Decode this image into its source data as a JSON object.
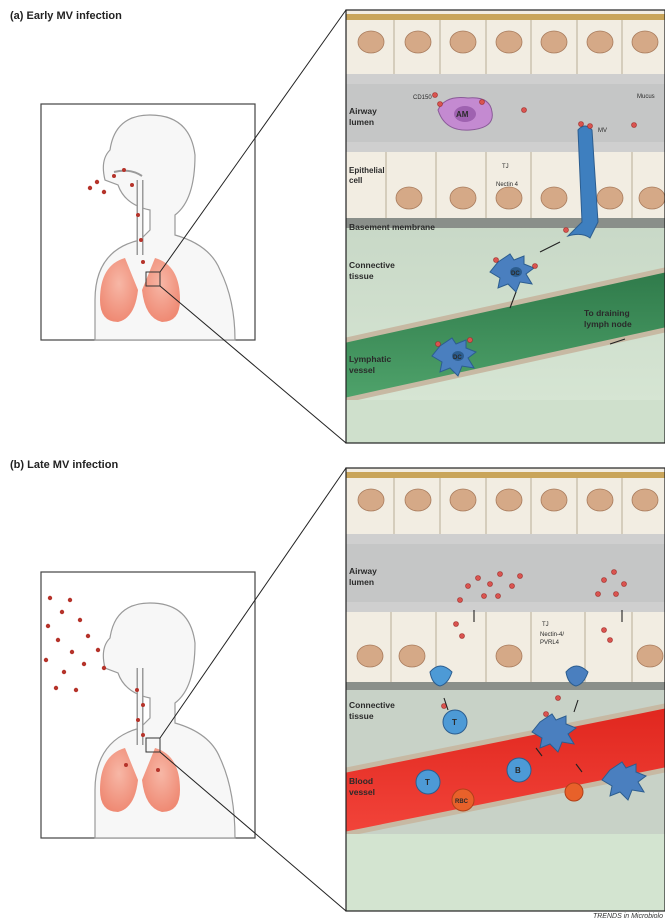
{
  "panel_a": {
    "title": "(a) Early MV infection",
    "labels": {
      "airway_lumen": [
        "Airway",
        "lumen"
      ],
      "epithelial_cell": [
        "Epithelial",
        "cell"
      ],
      "basement_membrane": "Basement membrane",
      "connective_tissue": [
        "Connective",
        "tissue"
      ],
      "lymphatic_vessel": [
        "Lymphatic",
        "vessel"
      ],
      "to_draining": [
        "To draining",
        "lymph node"
      ],
      "cd150": "CD150",
      "am": "AM",
      "mv": "MV",
      "tj": "TJ",
      "nectin4": "Nectin 4",
      "mucus": "Mucus",
      "dc1": "DC",
      "dc2": "DC"
    }
  },
  "panel_b": {
    "title": "(b) Late MV infection",
    "labels": {
      "airway_lumen": [
        "Airway",
        "lumen"
      ],
      "connective_tissue": [
        "Connective",
        "tissue"
      ],
      "blood_vessel": [
        "Blood",
        "vessel"
      ],
      "tj": "TJ",
      "nectin4": [
        "Nectin-4/",
        "PVRL4"
      ],
      "t1": "T",
      "t2": "T",
      "rbc": "RBC",
      "b": "B"
    }
  },
  "footer": "TRENDS in Microbiolo"
}
